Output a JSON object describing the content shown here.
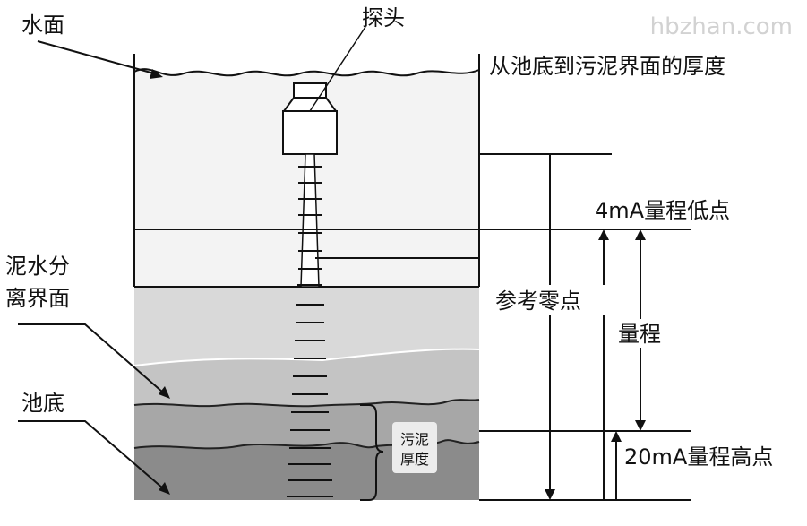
{
  "watermark": "hbzhan.com",
  "labels": {
    "water_surface": "水面",
    "probe": "探头",
    "thickness_from_bottom": "从池底到污泥界面的厚度",
    "range_low_4ma": "4mA量程低点",
    "mud_water_interface_line1": "泥水分",
    "mud_water_interface_line2": "离界面",
    "reference_zero": "参考零点",
    "range": "量程",
    "pool_bottom": "池底",
    "sludge_thickness_line1": "污泥",
    "sludge_thickness_line2": "厚度",
    "range_high_20ma": "20mA量程高点"
  },
  "colors": {
    "water": "#f3f3f3",
    "murky_water": "#d9d9d9",
    "light_sludge": "#c4c4c4",
    "mid_sludge": "#a7a7a7",
    "dark_sludge": "#8b8b8b",
    "line": "#111111"
  }
}
